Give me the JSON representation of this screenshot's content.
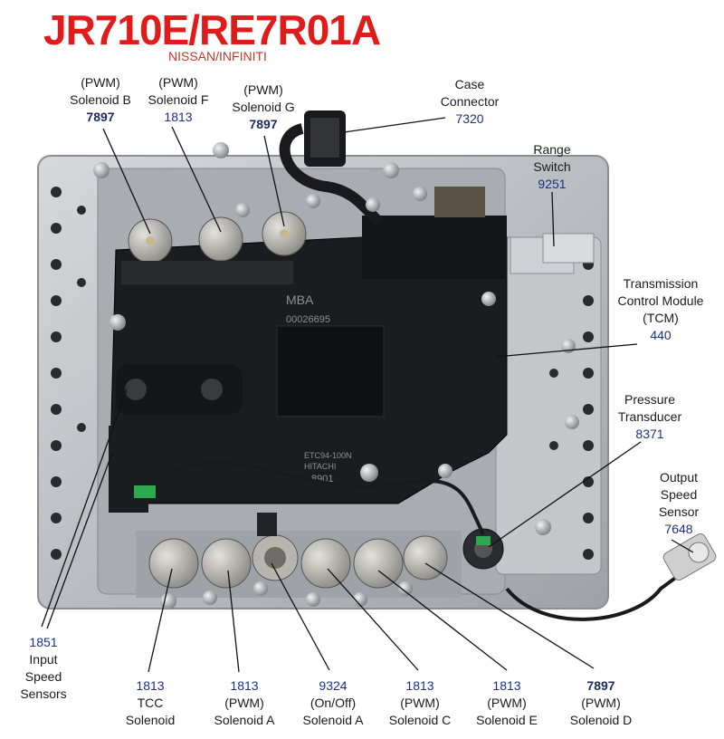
{
  "header": {
    "title": "JR710E/RE7R01A",
    "subtitle": "NISSAN/INFINITI"
  },
  "module_print": {
    "brand": "MBA",
    "serial": "00026695",
    "part": "ETC94-100N",
    "maker": "HITACHI",
    "code": "8901"
  },
  "labels": {
    "solenoid_b": {
      "lines": [
        "(PWM)",
        "Solenoid B"
      ],
      "number": "7897"
    },
    "solenoid_f": {
      "lines": [
        "(PWM)",
        "Solenoid F"
      ],
      "number": "1813"
    },
    "solenoid_g": {
      "lines": [
        "(PWM)",
        "Solenoid G"
      ],
      "number": "7897"
    },
    "case_connector": {
      "lines": [
        "Case",
        "Connector"
      ],
      "number": "7320"
    },
    "range_switch": {
      "lines": [
        "Range",
        "Switch"
      ],
      "number": "9251"
    },
    "tcm": {
      "lines": [
        "Transmission",
        "Control Module",
        "(TCM)"
      ],
      "number": "440"
    },
    "pressure_transducer": {
      "lines": [
        "Pressure",
        "Transducer"
      ],
      "number": "8371"
    },
    "output_speed_sensor": {
      "lines": [
        "Output",
        "Speed",
        "Sensor"
      ],
      "number": "7648"
    },
    "input_speed_sensors": {
      "number": "1851",
      "lines": [
        "Input",
        "Speed",
        "Sensors"
      ]
    },
    "tcc_solenoid": {
      "number": "1813",
      "lines": [
        "TCC",
        "Solenoid"
      ]
    },
    "pwm_solenoid_a": {
      "number": "1813",
      "lines": [
        "(PWM)",
        "Solenoid A"
      ]
    },
    "onoff_solenoid_a": {
      "number": "9324",
      "lines": [
        "(On/Off)",
        "Solenoid A"
      ]
    },
    "solenoid_c": {
      "number": "1813",
      "lines": [
        "(PWM)",
        "Solenoid C"
      ]
    },
    "solenoid_e": {
      "number": "1813",
      "lines": [
        "(PWM)",
        "Solenoid E"
      ]
    },
    "solenoid_d": {
      "number": "7897",
      "lines": [
        "(PWM)",
        "Solenoid D"
      ]
    }
  },
  "colors": {
    "title": "#e01b1b",
    "number_blue": "#1c2f8a",
    "housing": "#b9bcc0",
    "module_black": "#1b1c1e"
  }
}
